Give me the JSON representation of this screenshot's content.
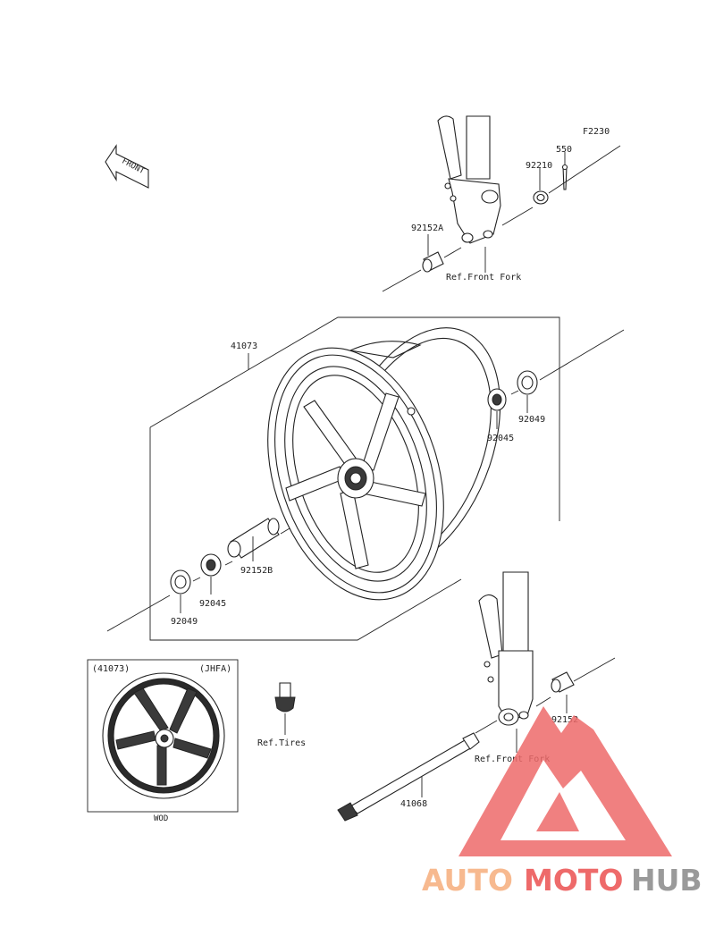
{
  "diagram": {
    "code": "F2230",
    "front_label": "FRONT",
    "parts": {
      "p550": "550",
      "p92210": "92210",
      "p92152A": "92152A",
      "p41073": "41073",
      "p92045_right": "92045",
      "p92049_right": "92049",
      "p92152B": "92152B",
      "p92045_left": "92045",
      "p92049_left": "92049",
      "p92152": "92152",
      "p41068": "41068"
    },
    "refs": {
      "front_fork_top": "Ref.Front Fork",
      "front_fork_bottom": "Ref.Front Fork",
      "tires": "Ref.Tires"
    },
    "inset": {
      "part_number": "(41073)",
      "market_code": "(JHFA)",
      "color_code": "WOD"
    }
  },
  "watermark": {
    "part1": "AUTO",
    "part2": "MOTO",
    "part3": "HUB",
    "color_light": "#f7b98f",
    "color_red": "#ee6a6a",
    "color_gray": "#9a9a9a"
  }
}
